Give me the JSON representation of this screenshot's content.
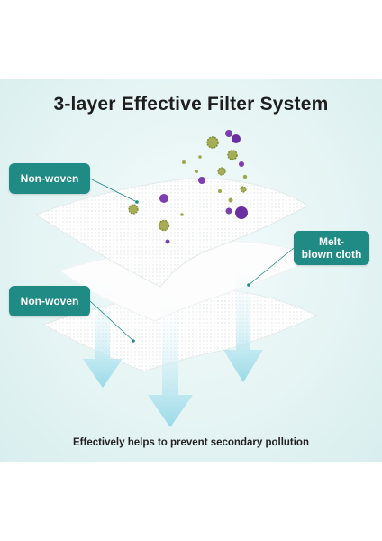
{
  "title": "3-layer Effective Filter System",
  "labels": {
    "top_layer": "Non-woven",
    "middle_layer": "Melt-\nblown cloth",
    "bottom_layer": "Non-woven"
  },
  "caption": "Effectively helps to prevent secondary pollution",
  "colors": {
    "label_background": "#1f8b84",
    "panel_background": "#e6f4f4",
    "particle_purple": "#7b3fb0",
    "particle_green": "#9aa84a"
  },
  "icons": [
    "arrow-down-icon",
    "particle-icon"
  ]
}
